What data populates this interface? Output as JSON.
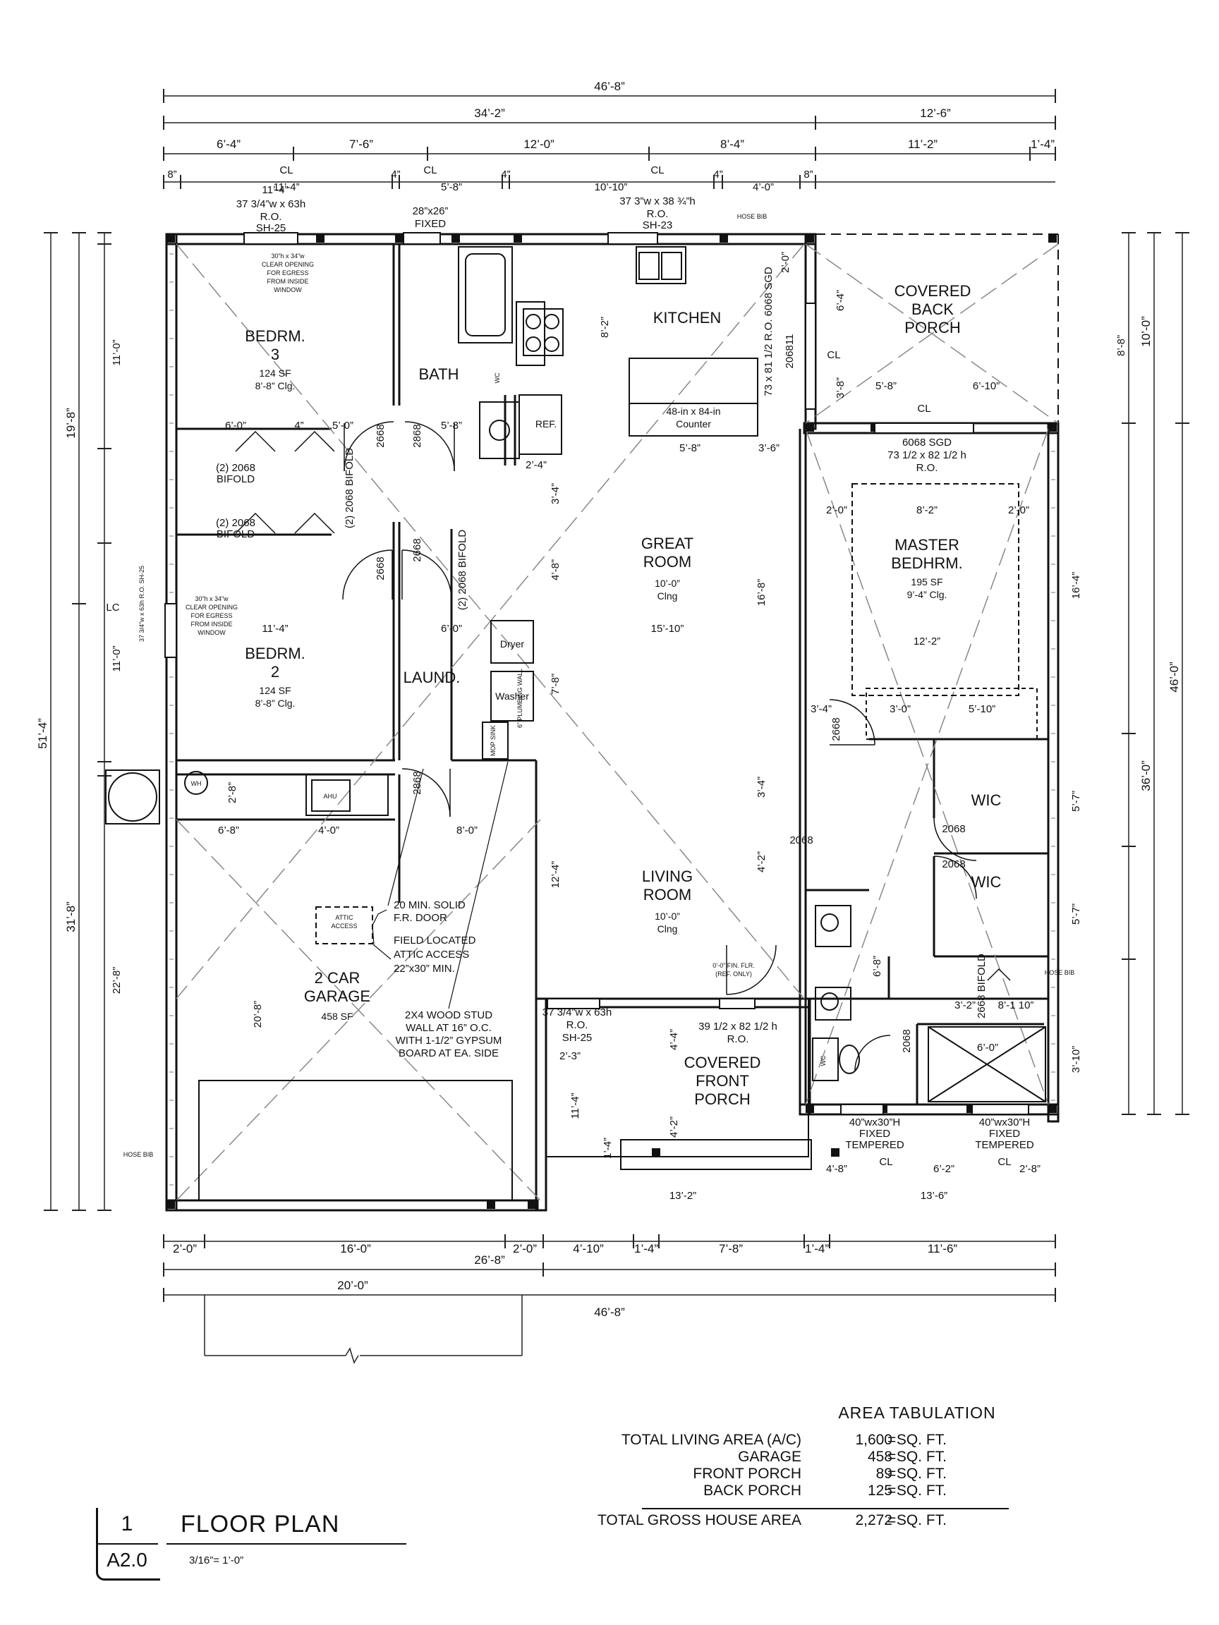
{
  "overall_dims": {
    "top_total": "46’-8”",
    "top_left": "34’-2”",
    "top_right": "12’-6”",
    "bottom_total": "46’-8”",
    "bottom_left": "20’-0”",
    "bottom_right": "26’-8”",
    "left_total": "51’-4”",
    "left_upper": "19’-8”",
    "left_lower": "31’-8”",
    "right_total": "46’-0”",
    "right_lower": "36’-0”",
    "right_upper": "10’-0”"
  },
  "top_segments": [
    "6’-4”",
    "7’-6”",
    "12’-0”",
    "8’-4”",
    "11’-2”",
    "1’-4”"
  ],
  "top_detail": [
    "8”",
    "11’-4”",
    "4”",
    "5’-8”",
    "4”",
    "10’-10”",
    "4”",
    "4’-0”",
    "8”"
  ],
  "bottom_segments": [
    "2’-0”",
    "16’-0”",
    "2’-0”",
    "4’-10”",
    "1’-4”",
    "7’-8”",
    "1’-4”",
    "11’-6”"
  ],
  "rooms": {
    "bedrm3": {
      "name1": "BEDRM.",
      "name2": "3",
      "area": "124 SF",
      "ceiling": "8’-8” Clg."
    },
    "bedrm2": {
      "name1": "BEDRM.",
      "name2": "2",
      "area": "124 SF",
      "ceiling": "8’-8” Clg."
    },
    "bath": {
      "name": "BATH"
    },
    "kitchen": {
      "name": "KITCHEN"
    },
    "great_room": {
      "name1": "GREAT",
      "name2": "ROOM",
      "ceiling1": "10’-0”",
      "ceiling2": "Clng"
    },
    "living_room": {
      "name1": "LIVING",
      "name2": "ROOM",
      "ceiling1": "10’-0”",
      "ceiling2": "Clng"
    },
    "master": {
      "name1": "MASTER",
      "name2": "BEDHRM.",
      "area": "195 SF",
      "ceiling": "9’-4” Clg."
    },
    "laundry": {
      "name": "LAUND."
    },
    "garage": {
      "name1": "2 CAR",
      "name2": "GARAGE",
      "area": "458 SF"
    },
    "back_porch": {
      "name1": "COVERED",
      "name2": "BACK",
      "name3": "PORCH"
    },
    "front_porch": {
      "name1": "COVERED",
      "name2": "FRONT",
      "name3": "PORCH"
    },
    "wic_upper": "WIC",
    "wic_lower": "WIC"
  },
  "fixtures": {
    "dryer": "Dryer",
    "washer": "Washer",
    "ref": "REF.",
    "wc": "WC",
    "wh": "WH",
    "ahu": "AHU",
    "counter1": "48-in x 84-in",
    "counter2": "Counter",
    "plumbing_wall": "6” PLUMBING WALL",
    "mop_sink": "MOP SINK"
  },
  "windows": {
    "bed3_top1": "37 3/4”w x 63h",
    "bed3_top2": "R.O.",
    "bed3_top3": "SH-25",
    "bath_top1": "28”x26”",
    "bath_top2": "FIXED",
    "kitchen_top1": "37 3”w x 38 ¾”h",
    "kitchen_top2": "R.O.",
    "kitchen_top3": "SH-23",
    "hose_bib": "HOSE BIB",
    "egress_note1": "30”h x 34”w",
    "egress_note2": "CLEAR OPENING",
    "egress_note3": "FOR EGRESS",
    "egress_note4": "FROM INSIDE",
    "egress_note5": "WINDOW",
    "bed2_side": "37 3/4”w x 63h R.O. SH-25",
    "master_sgd1": "6068 SGD",
    "master_sgd2": "73 1/2 x 82 1/2 h",
    "master_sgd3": "R.O.",
    "kitchen_sgd": "73 x 81 1/2 R.O. 6068 SGD",
    "kitchen_door": "206811",
    "front1": "37 3/4”w x 63h",
    "front2": "R.O.",
    "front3": "SH-25",
    "front_door1": "39 1/2 x 82 1/2 h",
    "front_door2": "R.O.",
    "tempered_left1": "40”wx30”H",
    "tempered_left2": "FIXED",
    "tempered_left3": "TEMPERED",
    "tempered_right1": "40”wx30”H",
    "tempered_right2": "FIXED",
    "tempered_right3": "TEMPERED"
  },
  "doors": {
    "bifold_top1": "(2) 2068",
    "bifold_top2": "BIFOLD",
    "bifold_mid1": "(2) 2068",
    "bifold_mid2": "BIFOLD",
    "bifold_vert": "(2) 2068 BIFOLD",
    "bifold_laund": "(2) 2068 BIFOLD",
    "bifold_master": "2668 BIFOLD",
    "d2668": "2668",
    "d2868": "2868",
    "d2068": "2068"
  },
  "notes": {
    "fr_door1": "20 MIN. SOLID",
    "fr_door2": "F.R. DOOR",
    "attic1": "ATTIC",
    "attic2": "ACCESS",
    "attic_note1": "FIELD LOCATED",
    "attic_note2": "ATTIC ACCESS",
    "attic_note3": "22”x30” MIN.",
    "wall1": "2X4 WOOD STUD",
    "wall2": "WALL AT 16” O.C.",
    "wall3": "WITH 1-1/2” GYPSUM",
    "wall4": "BOARD AT EA. SIDE",
    "fin_flr1": "0’-0” FIN. FLR.",
    "fin_flr2": "(REF. ONLY)",
    "lc": "LC",
    "cl": "CL"
  },
  "interior_dims": {
    "d6_0": "6’-0”",
    "d4": "4”",
    "d5_0": "5’-0”",
    "d5_8": "5’-8”",
    "d2_4": "2’-4”",
    "d5_8b": "5’-8”",
    "d3_6": "3’-6”",
    "d8_2": "8’-2”",
    "d2_0": "2’-0”",
    "d2_0b": "2’-0”",
    "d8_2m": "8’-2”",
    "d12_2": "12’-2”",
    "d15_10": "15’-10”",
    "d16_8": "16’-8”",
    "d11_4a": "11’-4”",
    "d11_4b": "11’-4”",
    "d11_0a": "11’-0”",
    "d11_0b": "11’-0”",
    "d6_0b": "6’-0”",
    "d6_8": "6’-8”",
    "d4_0": "4’-0”",
    "d8_0": "8’-0”",
    "d2_8": "2’-8”",
    "d12_4": "12’-4”",
    "d20_8": "20’-8”",
    "d22_8": "22’-8”",
    "d4_8": "4’-8”",
    "d7_8": "7’-8”",
    "d3_4": "3’-4”",
    "d3_0": "3’-0”",
    "d5_10": "5’-10”",
    "d3_4b": "3’-4”",
    "d4_2": "4’-2”",
    "d5_7a": "5’-7”",
    "d5_7b": "5’-7”",
    "d16_4": "16’-4”",
    "d6_8b": "6’-8”",
    "d5_8c": "5’-8”",
    "d6_10": "6’-10”",
    "d6_4": "6’-4”",
    "d3_8": "3’-8”",
    "d8_8": "8’-8”",
    "d6_0c": "6’-0”",
    "d3_10": "3’-10”",
    "d3_2": "3’-2”",
    "d8_1_10": "8’-1 10”",
    "d13_2": "13’-2”",
    "d13_6": "13’-6”",
    "d4_8b": "4’-8”",
    "d6_2": "6’-2”",
    "d2_8b": "2’-8”",
    "d1_4": "1’-4”",
    "d11_4c": "11’-4”",
    "d2_3": "2’-3”",
    "d4_4": "4’-4”",
    "d4_2b": "4’-2”",
    "d8_2k": "8’-2”",
    "d2_0k": "2’-0”",
    "d6_4k": "6’-4”",
    "d3_4k": "3’-4”"
  },
  "title_block": {
    "detail_number": "1",
    "sheet": "A2.0",
    "title": "FLOOR PLAN",
    "scale": "3/16”= 1’-0”"
  },
  "area_tabulation": {
    "heading": "AREA TABULATION",
    "rows": [
      {
        "label": "TOTAL LIVING AREA (A/C)",
        "eq": "=",
        "value": "1,600 SQ. FT."
      },
      {
        "label": "GARAGE",
        "eq": "=",
        "value": "458 SQ. FT."
      },
      {
        "label": "FRONT PORCH",
        "eq": "=",
        "value": "89 SQ. FT."
      },
      {
        "label": "BACK PORCH",
        "eq": "=",
        "value": "125 SQ. FT."
      }
    ],
    "total": {
      "label": "TOTAL GROSS HOUSE AREA",
      "eq": "=",
      "value": "2,272 SQ. FT."
    }
  }
}
